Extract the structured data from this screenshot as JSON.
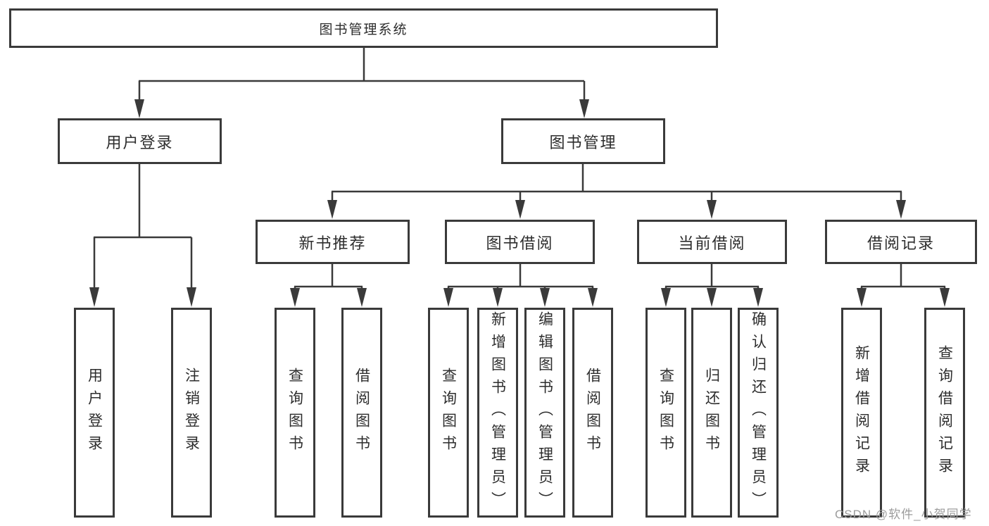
{
  "diagram": {
    "type": "hierarchy-diagram",
    "root": {
      "label": "图书管理系统"
    },
    "level2": [
      {
        "label": "用户登录"
      },
      {
        "label": "图书管理"
      }
    ],
    "level3": [
      {
        "label": "新书推荐"
      },
      {
        "label": "图书借阅"
      },
      {
        "label": "当前借阅"
      },
      {
        "label": "借阅记录"
      }
    ],
    "leaves": [
      {
        "label": "用户登录"
      },
      {
        "label": "注销登录"
      },
      {
        "label": "查询图书"
      },
      {
        "label": "借阅图书"
      },
      {
        "label": "查询图书"
      },
      {
        "label": "新增图书（管理员）"
      },
      {
        "label": "编辑图书（管理员）"
      },
      {
        "label": "借阅图书"
      },
      {
        "label": "查询图书"
      },
      {
        "label": "归还图书"
      },
      {
        "label": "确认归还（管理员）"
      },
      {
        "label": "新增借阅记录"
      },
      {
        "label": "查询借阅记录"
      }
    ],
    "colors": {
      "line": "#3a3a3a",
      "text": "#2d2d2d",
      "background": "#ffffff",
      "watermark_text": "#9c9c9c"
    },
    "watermark": "CSDN @软件_小贺同学"
  }
}
